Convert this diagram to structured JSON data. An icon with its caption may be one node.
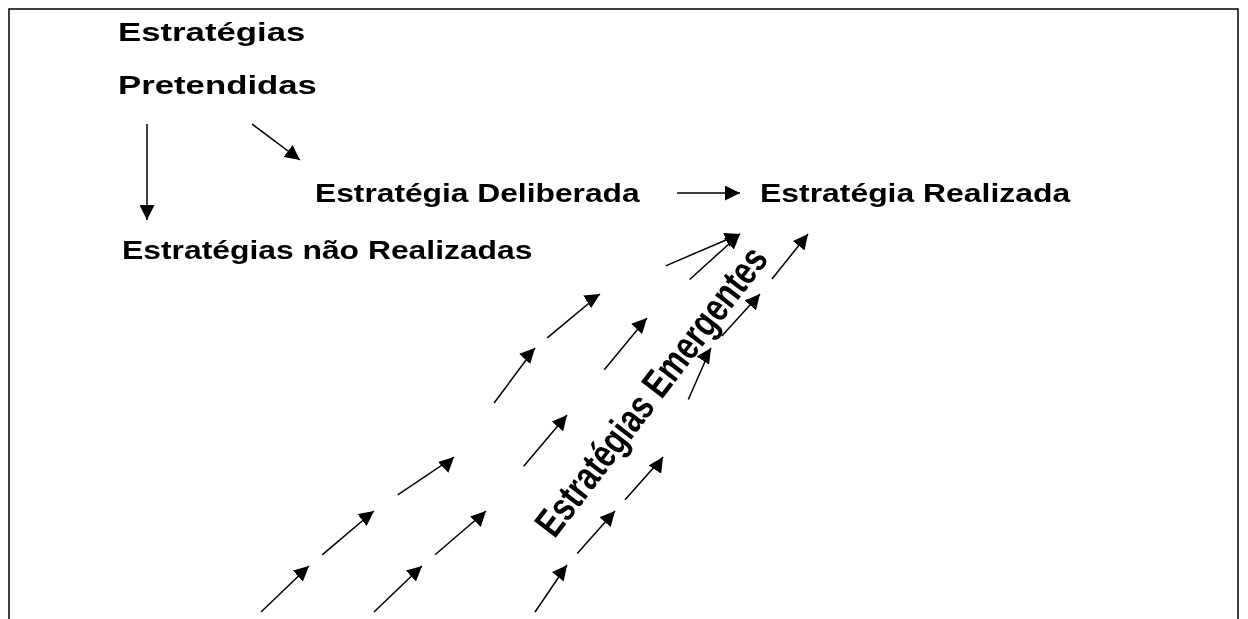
{
  "diagram": {
    "nodes": [
      {
        "text": [
          "Estratégias Pretendidas"
        ]
      },
      {
        "text": [
          "Estratégia Deliberada"
        ]
      },
      {
        "text": [
          "Estratégia Realizada"
        ]
      },
      {
        "text": [
          "Estratégias não Realizadas"
        ]
      }
    ],
    "edges": [
      {
        "from": 0,
        "to": 3,
        "arrow": "to"
      },
      {
        "from": 0,
        "to": 1,
        "arrow": "to"
      },
      {
        "from": 1,
        "to": 2,
        "arrow": "to"
      },
      {
        "from": null,
        "to": 2,
        "arrow": "to",
        "style": "dashed"
      },
      {
        "from": null,
        "to": 2,
        "arrow": "to",
        "style": "dashed"
      },
      {
        "from": null,
        "to": 2,
        "arrow": "to",
        "style": "dashed"
      }
    ],
    "labels": [
      "Estratégias Emergentes"
    ]
  }
}
